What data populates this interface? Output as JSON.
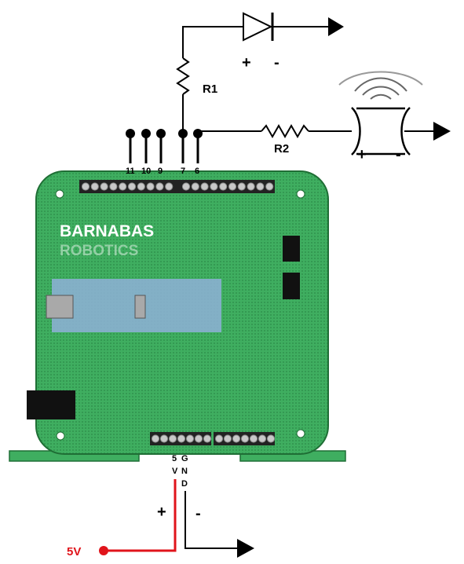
{
  "brand": {
    "line1": "BARNABAS",
    "line2": "ROBOTICS"
  },
  "top_pins": [
    "11",
    "10",
    "9",
    "7",
    "6"
  ],
  "bottom_pins": {
    "vcc": "5\nV",
    "gnd": "G\nN\nD"
  },
  "components": {
    "r1": "R1",
    "r2": "R2",
    "led_plus": "+",
    "led_minus": "-",
    "buzzer_plus": "+",
    "buzzer_minus": "-",
    "power_plus": "+",
    "power_minus": "-",
    "power_label": "5V"
  },
  "colors": {
    "board": "#39a35a",
    "board_edge": "#1f6e35",
    "chip": "#8fb0d8",
    "power_wire": "#e0141b",
    "wire": "#000000"
  }
}
